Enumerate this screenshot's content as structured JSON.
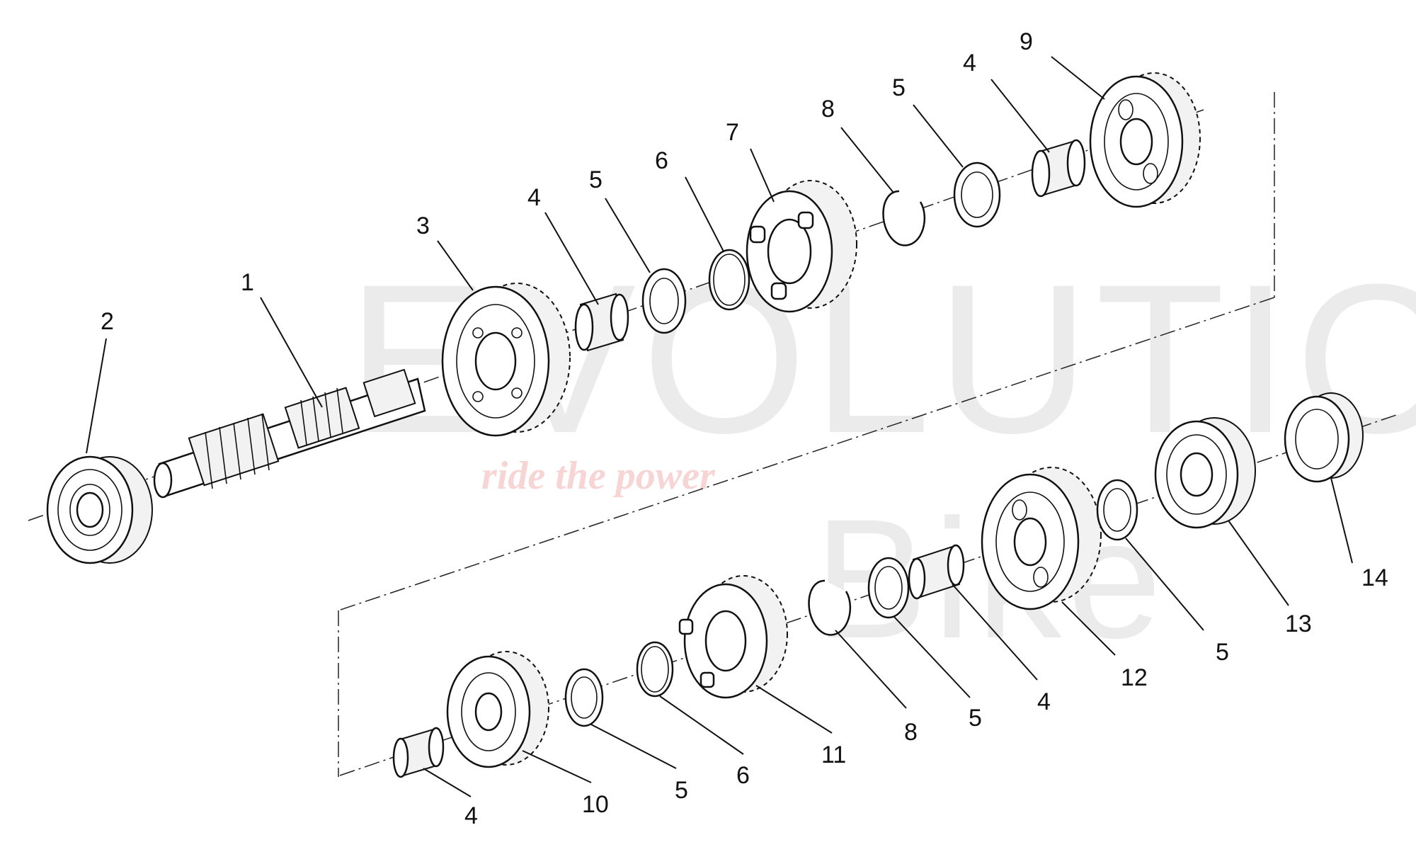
{
  "watermark": {
    "brand": "EVOLUTION",
    "brand_second_line": "Bike",
    "tagline": "ride the power"
  },
  "callouts": [
    {
      "id": "c1",
      "label": "1"
    },
    {
      "id": "c2",
      "label": "2"
    },
    {
      "id": "c3",
      "label": "3"
    },
    {
      "id": "c4a",
      "label": "4"
    },
    {
      "id": "c5a",
      "label": "5"
    },
    {
      "id": "c6a",
      "label": "6"
    },
    {
      "id": "c7",
      "label": "7"
    },
    {
      "id": "c8a",
      "label": "8"
    },
    {
      "id": "c5b",
      "label": "5"
    },
    {
      "id": "c4b",
      "label": "4"
    },
    {
      "id": "c9",
      "label": "9"
    },
    {
      "id": "c14",
      "label": "14"
    },
    {
      "id": "c13",
      "label": "13"
    },
    {
      "id": "c5c",
      "label": "5"
    },
    {
      "id": "c12",
      "label": "12"
    },
    {
      "id": "c4c",
      "label": "4"
    },
    {
      "id": "c5d",
      "label": "5"
    },
    {
      "id": "c8b",
      "label": "8"
    },
    {
      "id": "c11",
      "label": "11"
    },
    {
      "id": "c6b",
      "label": "6"
    },
    {
      "id": "c5e",
      "label": "5"
    },
    {
      "id": "c10",
      "label": "10"
    },
    {
      "id": "c4d",
      "label": "4"
    }
  ]
}
